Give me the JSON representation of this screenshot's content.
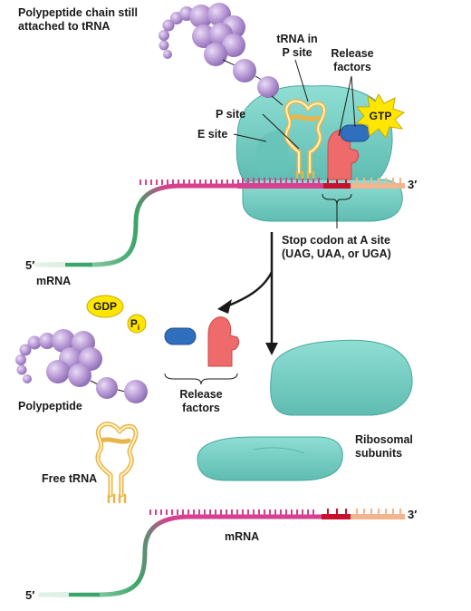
{
  "labels": {
    "polypeptide_attached_line1": "Polypeptide chain still",
    "polypeptide_attached_line2": "attached to tRNA",
    "trna_p_site_line1": "tRNA in",
    "trna_p_site_line2": "P site",
    "release_factors_top_line1": "Release",
    "release_factors_top_line2": "factors",
    "gtp": "GTP",
    "p_site": "P site",
    "e_site": "E site",
    "three_prime_top": "3′",
    "stop_codon_line1": "Stop codon at A site",
    "stop_codon_line2": "(UAG, UAA, or UGA)",
    "five_prime_top": "5′",
    "mrna_top": "mRNA",
    "gdp": "GDP",
    "pi": "P",
    "pi_sub": "i",
    "polypeptide": "Polypeptide",
    "release_factors_bottom_line1": "Release",
    "release_factors_bottom_line2": "factors",
    "ribosomal_subunits_line1": "Ribosomal",
    "ribosomal_subunits_line2": "subunits",
    "free_trna": "Free tRNA",
    "three_prime_bottom": "3′",
    "mrna_bottom": "mRNA",
    "five_prime_bottom": "5′"
  },
  "colors": {
    "ribosome": "#7fd3c9",
    "ribosome_dark": "#5bb8ad",
    "mrna": "#d6408f",
    "stop_codon": "#c8102e",
    "mrna_tail": "#f3b48e",
    "trna": "#f5d27a",
    "amino_acid": "#b99ad6",
    "release_factor_red": "#ef6b6b",
    "release_factor_blue": "#2f6fbd",
    "gtp_burst": "#ffe600",
    "gdp": "#ffe600",
    "mrna_end_green": "#3aa66a"
  }
}
